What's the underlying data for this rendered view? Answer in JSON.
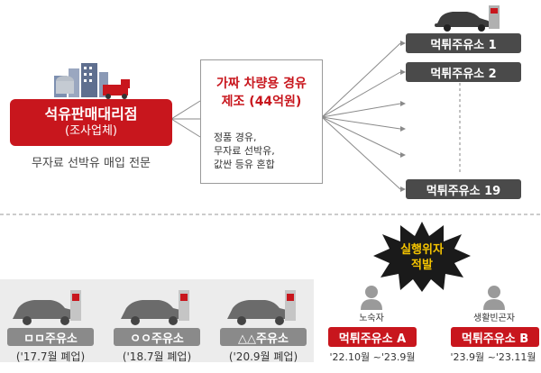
{
  "dealer": {
    "title": "석유판매대리점",
    "subtitle": "(조사업체)",
    "caption": "무자료 선박유 매입 전문"
  },
  "fake_fuel": {
    "headline_line1": "가짜 차량용 경유",
    "headline_line2": "제조 (44억원)",
    "detail_line1": "정품 경유,",
    "detail_line2": "무자료 선박유,",
    "detail_line3": "값싼 등유 혼합"
  },
  "eat_and_run_stations": [
    {
      "label": "먹튀주유소 1"
    },
    {
      "label": "먹튀주유소 2"
    },
    {
      "label": "먹튀주유소 19"
    }
  ],
  "burst": {
    "line1": "실행위자",
    "line2": "적발"
  },
  "closed_stations": [
    {
      "label": "ㅁㅁ주유소",
      "note": "('17.7월 폐업)"
    },
    {
      "label": "ㅇㅇ주유소",
      "note": "('18.7월 폐업)"
    },
    {
      "label": "△△주유소",
      "note": "('20.9월 폐업)"
    }
  ],
  "caught_stations": [
    {
      "person": "노숙자",
      "label": "먹튀주유소 A",
      "period": "'22.10월 ~'23.9월"
    },
    {
      "person": "생활빈곤자",
      "label": "먹튀주유소 B",
      "period": "'23.9월 ~'23.11월"
    }
  ],
  "colors": {
    "red": "#c8161d",
    "dark": "#4a4a4a",
    "gray_panel": "#ececec",
    "car_gray": "#6b6b6b"
  }
}
